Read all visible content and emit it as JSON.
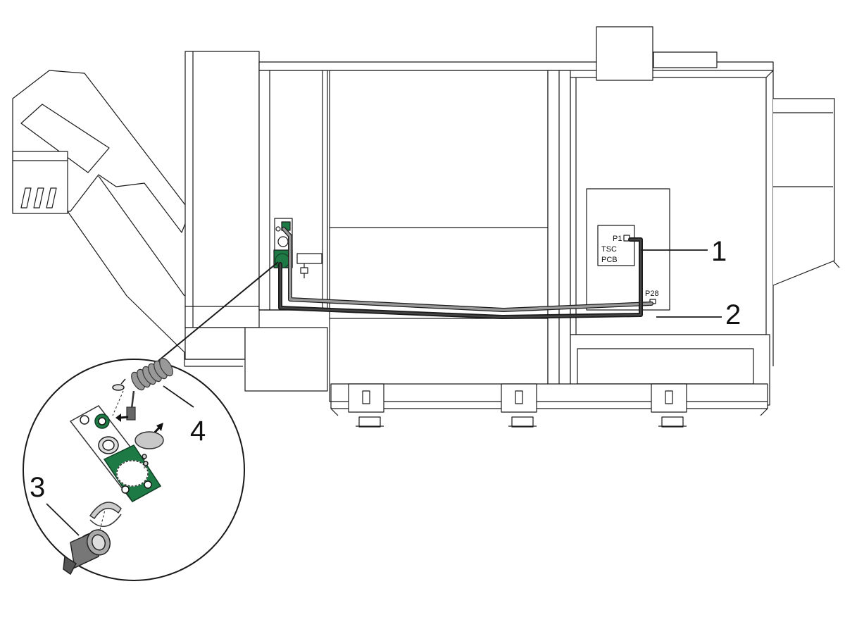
{
  "pcb": {
    "connector": "P1",
    "line1": "TSC",
    "line2": "PCB"
  },
  "connector_p28": "P28",
  "callouts": {
    "c1": "1",
    "c2": "2",
    "c3": "3",
    "c4": "4"
  },
  "colors": {
    "line": "#1a1a1a",
    "accent_green": "#1e7a45",
    "cable_dark": "#2a2a2a",
    "cable_gray": "#8a8a8a",
    "background": "#ffffff"
  }
}
